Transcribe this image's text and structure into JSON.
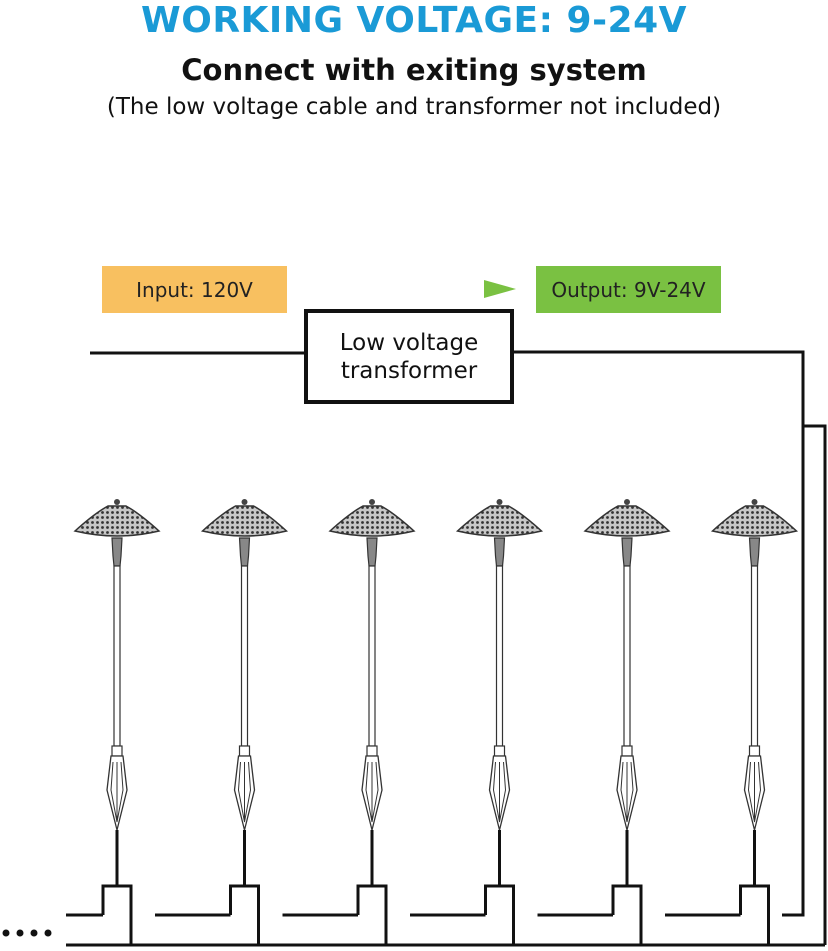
{
  "header": {
    "title": "WORKING VOLTAGE: 9-24V",
    "subtitle": "Connect with exiting system",
    "note": "(The low voltage cable and transformer not included)"
  },
  "flow": {
    "input_label": "Input: 120V",
    "output_label": "Output: 9V-24V",
    "transformer_label": "Low voltage transformer"
  },
  "lights": {
    "count": 6
  },
  "colors": {
    "title": "#1a9ad6",
    "input": "#f8c060",
    "output": "#7ac142",
    "line": "#111111"
  },
  "icons": {
    "continuation": "ellipsis-dots-icon",
    "arrow": "arrow-right-icon",
    "lamp": "path-light-icon"
  }
}
